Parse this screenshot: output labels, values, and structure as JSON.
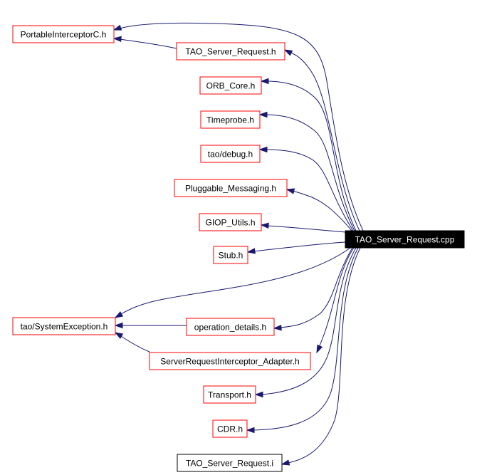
{
  "colors": {
    "edge": "#191970",
    "header_border": "#ff0000",
    "plain_border": "#000000",
    "root_fill": "#000000",
    "root_text": "#ffffff"
  },
  "root": {
    "label": "TAO_Server_Request.cpp"
  },
  "nodes": [
    {
      "id": "portable",
      "label": "PortableInterceptorC.h"
    },
    {
      "id": "tsr_h",
      "label": "TAO_Server_Request.h"
    },
    {
      "id": "orbcore",
      "label": "ORB_Core.h"
    },
    {
      "id": "timeprobe",
      "label": "Timeprobe.h"
    },
    {
      "id": "debug",
      "label": "tao/debug.h"
    },
    {
      "id": "pluggable",
      "label": "Pluggable_Messaging.h"
    },
    {
      "id": "giop",
      "label": "GIOP_Utils.h"
    },
    {
      "id": "stub",
      "label": "Stub.h"
    },
    {
      "id": "sysexc",
      "label": "tao/SystemException.h"
    },
    {
      "id": "opdetails",
      "label": "operation_details.h"
    },
    {
      "id": "sria",
      "label": "ServerRequestInterceptor_Adapter.h"
    },
    {
      "id": "transport",
      "label": "Transport.h"
    },
    {
      "id": "cdr",
      "label": "CDR.h"
    },
    {
      "id": "tsr_i",
      "label": "TAO_Server_Request.i"
    }
  ],
  "edges": [
    {
      "from": "root",
      "to": "portable"
    },
    {
      "from": "root",
      "to": "tsr_h"
    },
    {
      "from": "tsr_h",
      "to": "portable"
    },
    {
      "from": "root",
      "to": "orbcore"
    },
    {
      "from": "root",
      "to": "timeprobe"
    },
    {
      "from": "root",
      "to": "debug"
    },
    {
      "from": "root",
      "to": "pluggable"
    },
    {
      "from": "root",
      "to": "giop"
    },
    {
      "from": "root",
      "to": "stub"
    },
    {
      "from": "root",
      "to": "sysexc"
    },
    {
      "from": "root",
      "to": "opdetails"
    },
    {
      "from": "opdetails",
      "to": "sysexc"
    },
    {
      "from": "root",
      "to": "sria"
    },
    {
      "from": "sria",
      "to": "sysexc"
    },
    {
      "from": "root",
      "to": "transport"
    },
    {
      "from": "root",
      "to": "cdr"
    },
    {
      "from": "root",
      "to": "tsr_i"
    }
  ]
}
